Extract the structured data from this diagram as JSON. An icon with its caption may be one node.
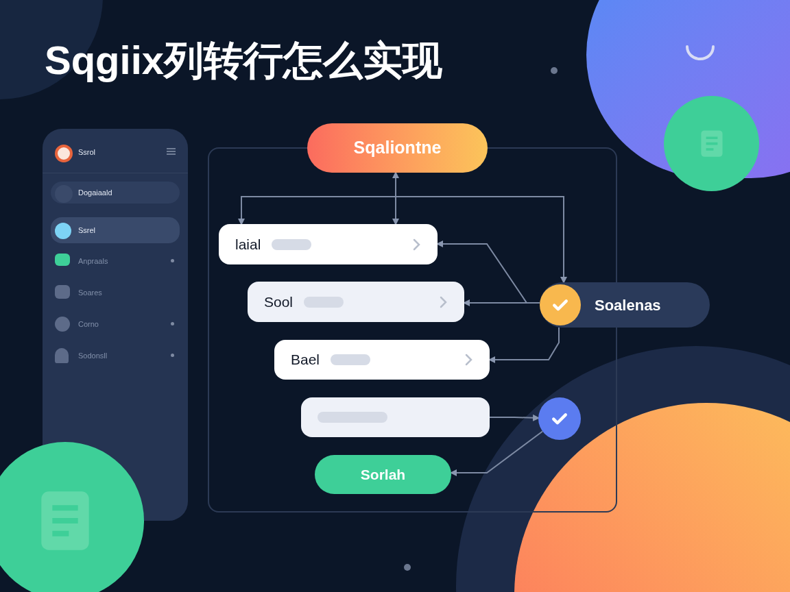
{
  "diagram": {
    "title": "Sqgiix列转行怎么实现",
    "nodes": [
      {
        "text": [
          "Sqaliontne"
        ]
      },
      {
        "text": [
          "laial"
        ]
      },
      {
        "text": [
          "Sool"
        ]
      },
      {
        "text": [
          "Bael"
        ]
      },
      {
        "text": [],
        "shape": "box"
      },
      {
        "text": [
          "Sorlah"
        ]
      },
      {
        "text": [
          "Soalenas"
        ]
      },
      {
        "text": [],
        "shape": "circle"
      }
    ],
    "edges": [
      {
        "from": 0,
        "to": 1,
        "arrow": "both"
      },
      {
        "from": 1,
        "to": 6,
        "arrow": "both"
      },
      {
        "from": 6,
        "to": 1,
        "arrow": "to"
      },
      {
        "from": 6,
        "to": 2,
        "arrow": "to"
      },
      {
        "from": 6,
        "to": 3,
        "arrow": "to"
      },
      {
        "from": 4,
        "to": 7,
        "arrow": "to"
      },
      {
        "from": 7,
        "to": 5,
        "arrow": "to"
      }
    ],
    "labels": [
      "Ssrol",
      "Dogaiaald",
      "Ssrel",
      "Anpraals",
      "Soares",
      "Corno",
      "Sodonsll"
    ]
  }
}
